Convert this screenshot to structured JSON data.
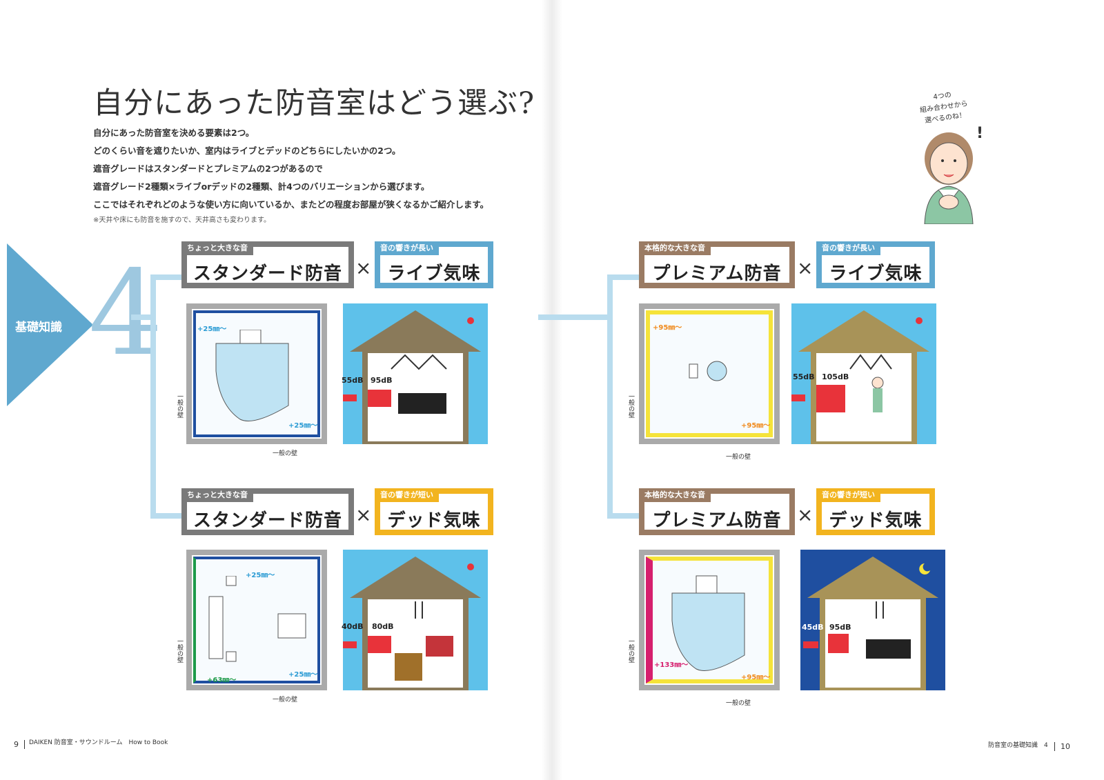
{
  "title": "自分にあった防音室はどう選ぶ?",
  "intro": [
    "自分にあった防音室を決める要素は2つ。",
    "どのくらい音を遮りたいか、室内はライブとデッドのどちらにしたいかの2つ。",
    "遮音グレードはスタンダードとプレミアムの2つがあるので",
    "遮音グレード2種類×ライブorデッドの2種類、計4つのバリエーションから選びます。",
    "ここではそれぞれどのような使い方に向いているか、またどの程度お部屋が狭くなるかご紹介します。"
  ],
  "note": "※天井や床にも防音を施すので、天井高さも変わります。",
  "speech": [
    "4つの",
    "組み合わせから",
    "選べるのね！"
  ],
  "badge": {
    "label": "基礎知識",
    "number": "4"
  },
  "times": "×",
  "wall_label": "一般の壁",
  "colors": {
    "blue": "#5fa8cf",
    "gray": "#7a7a7a",
    "brown": "#9a7b63",
    "yellow": "#f2b41f",
    "sky": "#5ec1ea",
    "night": "#1f4fa0"
  },
  "variants": [
    {
      "grade_tag": "ちょっと大きな音",
      "grade": "スタンダード防音",
      "acoustic_tag": "音の響きが長い",
      "acoustic": "ライブ気味",
      "dims": [
        "+25㎜～",
        "+25㎜～"
      ],
      "outside_db": "55dB",
      "inside_db": "95dB"
    },
    {
      "grade_tag": "ちょっと大きな音",
      "grade": "スタンダード防音",
      "acoustic_tag": "音の響きが短い",
      "acoustic": "デッド気味",
      "dims": [
        "+25㎜～",
        "+63㎜～",
        "+25㎜～"
      ],
      "outside_db": "40dB",
      "inside_db": "80dB"
    },
    {
      "grade_tag": "本格的な大きな音",
      "grade": "プレミアム防音",
      "acoustic_tag": "音の響きが長い",
      "acoustic": "ライブ気味",
      "dims": [
        "+95㎜～",
        "+95㎜～"
      ],
      "outside_db": "55dB",
      "inside_db": "105dB"
    },
    {
      "grade_tag": "本格的な大きな音",
      "grade": "プレミアム防音",
      "acoustic_tag": "音の響きが短い",
      "acoustic": "デッド気味",
      "dims": [
        "+133㎜～",
        "+95㎜～"
      ],
      "outside_db": "45dB",
      "inside_db": "95dB"
    }
  ],
  "footer": {
    "left_page": "9",
    "left_text": "DAIKEN 防音室・サウンドルーム　How to Book",
    "right_text": "防音室の基礎知識　4",
    "right_page": "10"
  }
}
